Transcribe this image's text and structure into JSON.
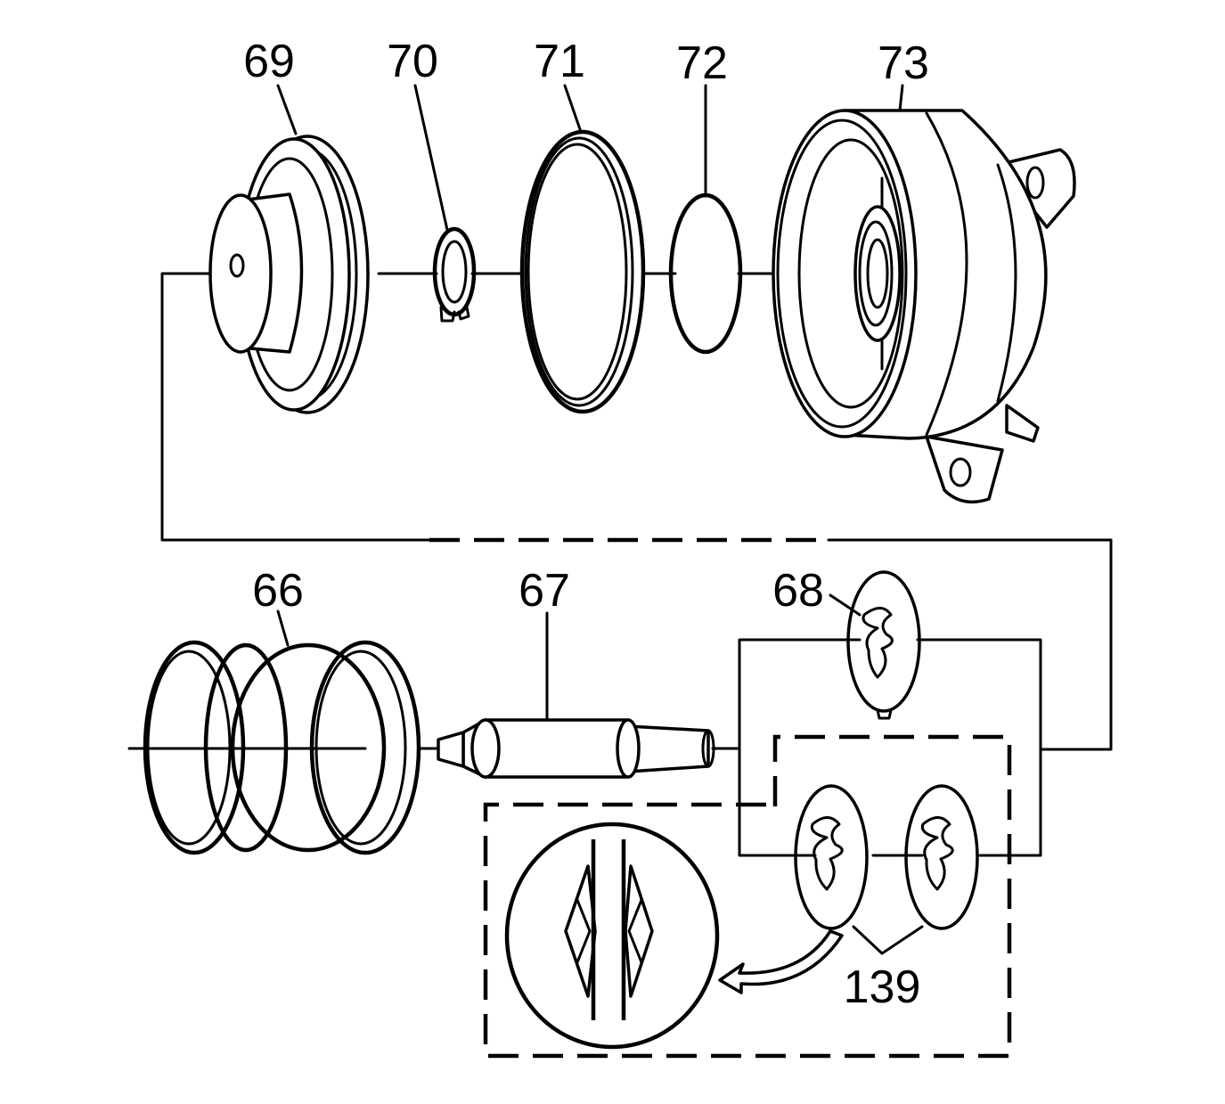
{
  "callouts": {
    "c69": "69",
    "c70": "70",
    "c71": "71",
    "c72": "72",
    "c73": "73",
    "c66": "66",
    "c67": "67",
    "c68": "68",
    "c139": "139"
  },
  "colors": {
    "ink": "#000000",
    "paper": "#ffffff"
  }
}
